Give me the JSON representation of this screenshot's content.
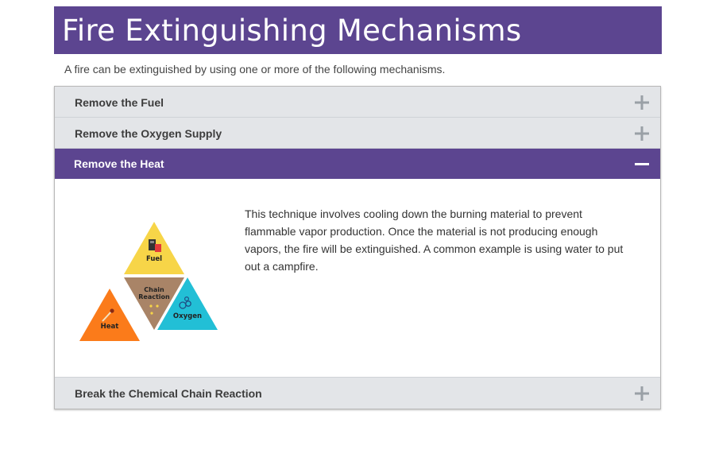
{
  "banner": {
    "title": "Fire Extinguishing Mechanisms"
  },
  "intro": "A fire can be extinguished by using one or more of the following mechanisms.",
  "accordion": {
    "items": [
      {
        "label": "Remove the Fuel",
        "expanded": false
      },
      {
        "label": "Remove the Oxygen Supply",
        "expanded": false
      },
      {
        "label": "Remove the Heat",
        "expanded": true,
        "body": "This technique involves cooling down the burning material to prevent flammable vapor production. Once the material is not producing enough vapors, the fire will be extinguished. A common example is using water to put out a campfire."
      },
      {
        "label": "Break the Chemical Chain Reaction",
        "expanded": false
      }
    ]
  },
  "figure": {
    "fuel_label": "Fuel",
    "chain_label_line1": "Chain",
    "chain_label_line2": "Reaction",
    "heat_label": "Heat",
    "oxygen_label": "Oxygen",
    "colors": {
      "fuel": "#f7d548",
      "chain": "#a98467",
      "heat": "#fb7b1a",
      "oxygen": "#22bfd6"
    }
  },
  "colors": {
    "accent": "#5c4590",
    "header_inactive": "#e3e5e8",
    "toggle_inactive": "#9aa0a6"
  }
}
